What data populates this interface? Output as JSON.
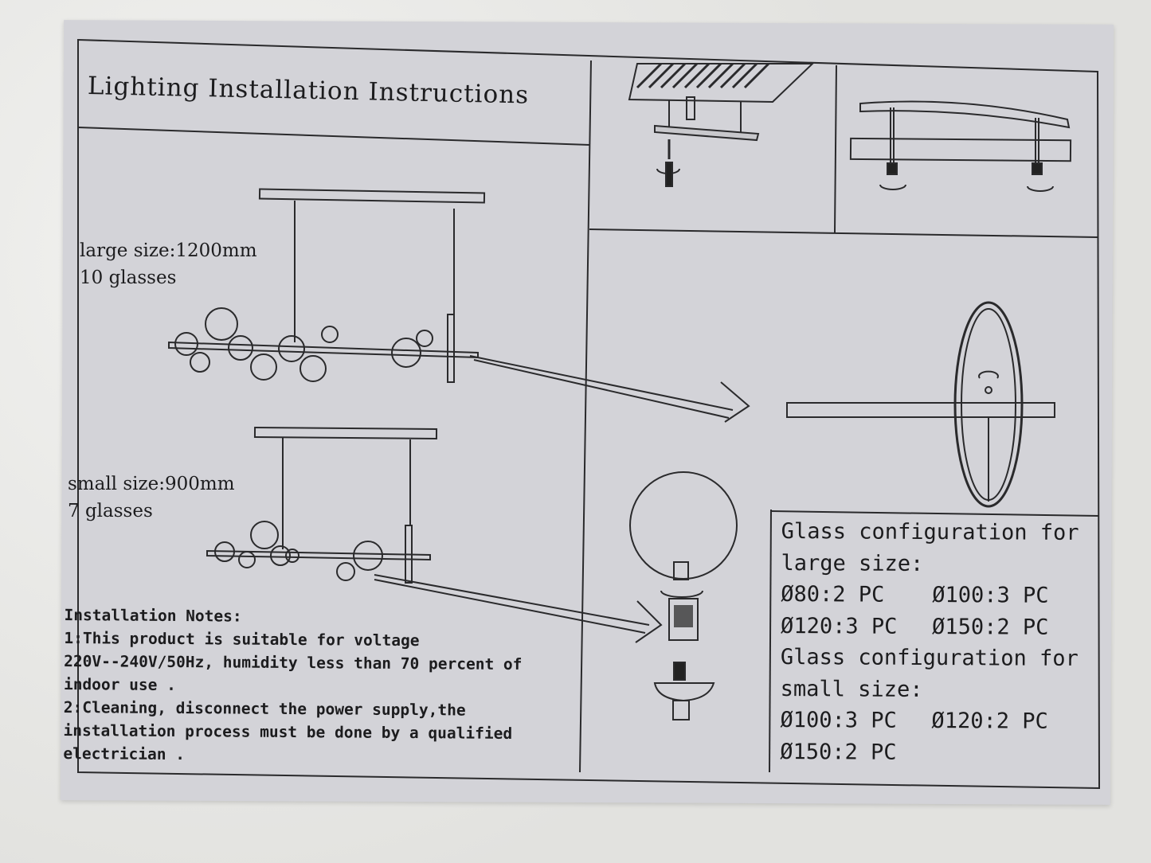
{
  "title": "Lighting Installation Instructions",
  "large": {
    "line1": "large size:1200mm",
    "line2": "10 glasses"
  },
  "small": {
    "line1": "small size:900mm",
    "line2": "7 glasses"
  },
  "notes": {
    "heading": "Installation  Notes:",
    "lines": [
      "1:This product is suitable for voltage",
      "220V--240V/50Hz, humidity less than 70 percent of",
      "indoor use .",
      "2:Cleaning, disconnect the power supply,the",
      "installation  process must be done by a qualified",
      "electrician ."
    ]
  },
  "config": {
    "large_heading1": "Glass configuration for",
    "large_heading2": "large size:",
    "large_items": [
      "Ø80:2 PC",
      "Ø100:3 PC",
      "Ø120:3 PC",
      "Ø150:2 PC"
    ],
    "small_heading1": "Glass configuration for",
    "small_heading2": "small size:",
    "small_items": [
      "Ø100:3 PC",
      "Ø120:2 PC",
      "Ø150:2 PC"
    ]
  }
}
